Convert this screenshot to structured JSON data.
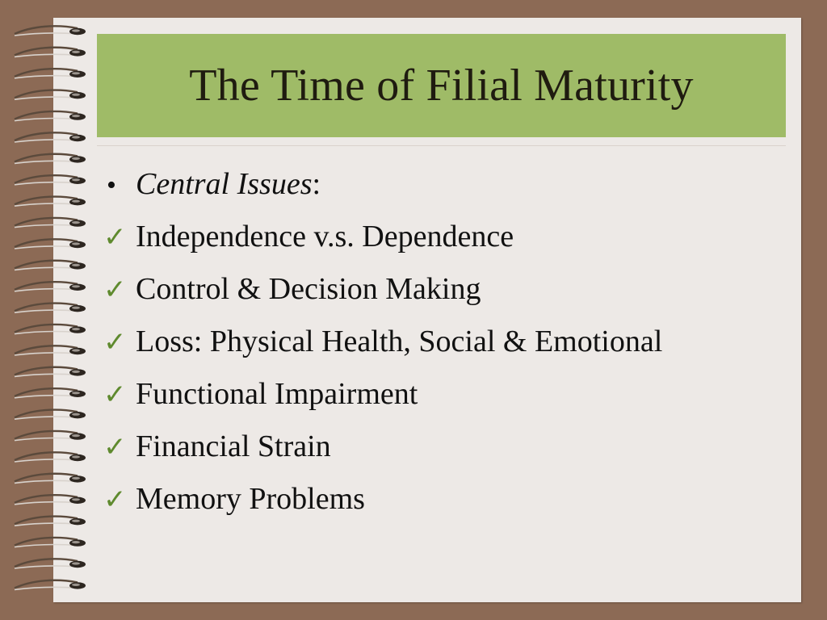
{
  "slide": {
    "title": "The Time of Filial Maturity",
    "heading_item": {
      "bullet": "•",
      "label": "Central Issues",
      "suffix": ":"
    },
    "check_items": [
      {
        "icon": "check-icon",
        "text": "Independence v.s. Dependence"
      },
      {
        "icon": "check-icon",
        "text": "Control & Decision Making"
      },
      {
        "icon": "check-icon",
        "text": "Loss: Physical Health, Social & Emotional"
      },
      {
        "icon": "check-icon",
        "text": "Functional Impairment"
      },
      {
        "icon": "check-icon",
        "text": "Financial Strain"
      },
      {
        "icon": "check-icon",
        "text": "Memory Problems"
      }
    ]
  },
  "colors": {
    "background": "#8c6a55",
    "page": "#ede9e6",
    "title_box": "#9fbb67",
    "check": "#5f8a2e"
  }
}
